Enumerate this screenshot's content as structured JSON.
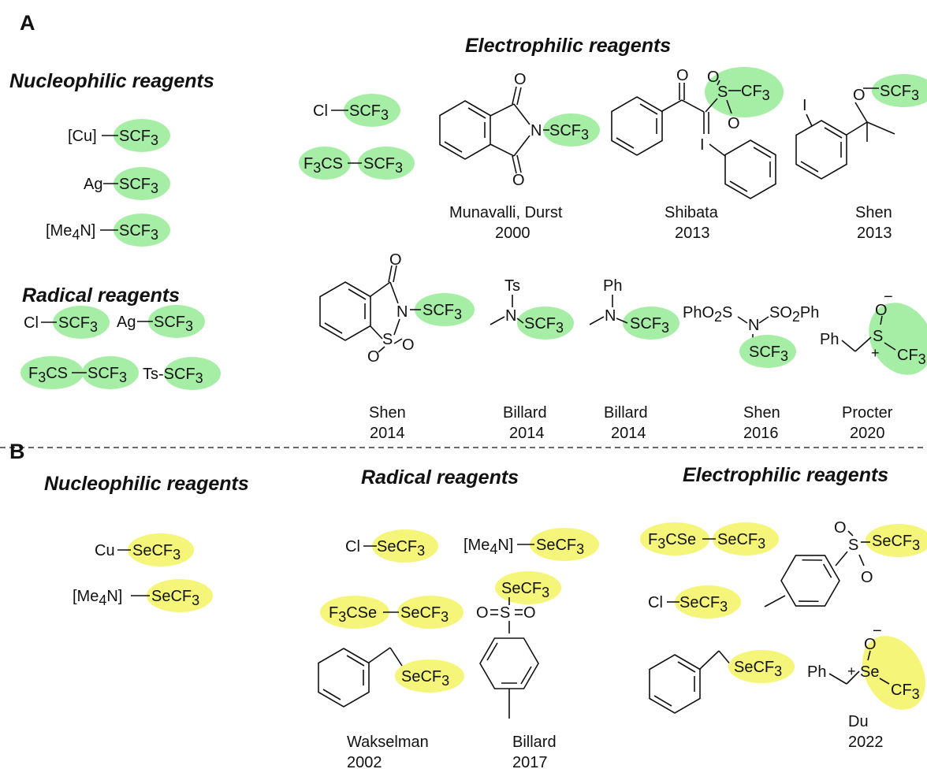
{
  "panels": {
    "a": "A",
    "b": "B"
  },
  "headers": {
    "a_nucleophilic": "Nucleophilic reagents",
    "a_electrophilic": "Electrophilic reagents",
    "a_radical": "Radical reagents",
    "b_nucleophilic": "Nucleophilic reagents",
    "b_radical": "Radical reagents",
    "b_electrophilic": "Electrophilic reagents"
  },
  "captions": {
    "munavalli_name": "Munavalli, Durst",
    "munavalli_year": "2000",
    "shibata_name": "Shibata",
    "shibata_year": "2013",
    "shen1_name": "Shen",
    "shen1_year": "2013",
    "shen2_name": "Shen",
    "shen2_year": "2014",
    "billard1_name": "Billard",
    "billard1_year": "2014",
    "billard2_name": "Billard",
    "billard2_year": "2014",
    "shen3_name": "Shen",
    "shen3_year": "2016",
    "procter_name": "Procter",
    "procter_year": "2020",
    "wakselman_name": "Wakselman",
    "wakselman_year": "2002",
    "billard3_name": "Billard",
    "billard3_year": "2017",
    "du_name": "Du",
    "du_year": "2022"
  },
  "colors": {
    "scf3_highlight": "#a6eea6",
    "secf3_highlight": "#f5f57a"
  },
  "icons": {
    "benzene": "benzene-ring-icon"
  }
}
